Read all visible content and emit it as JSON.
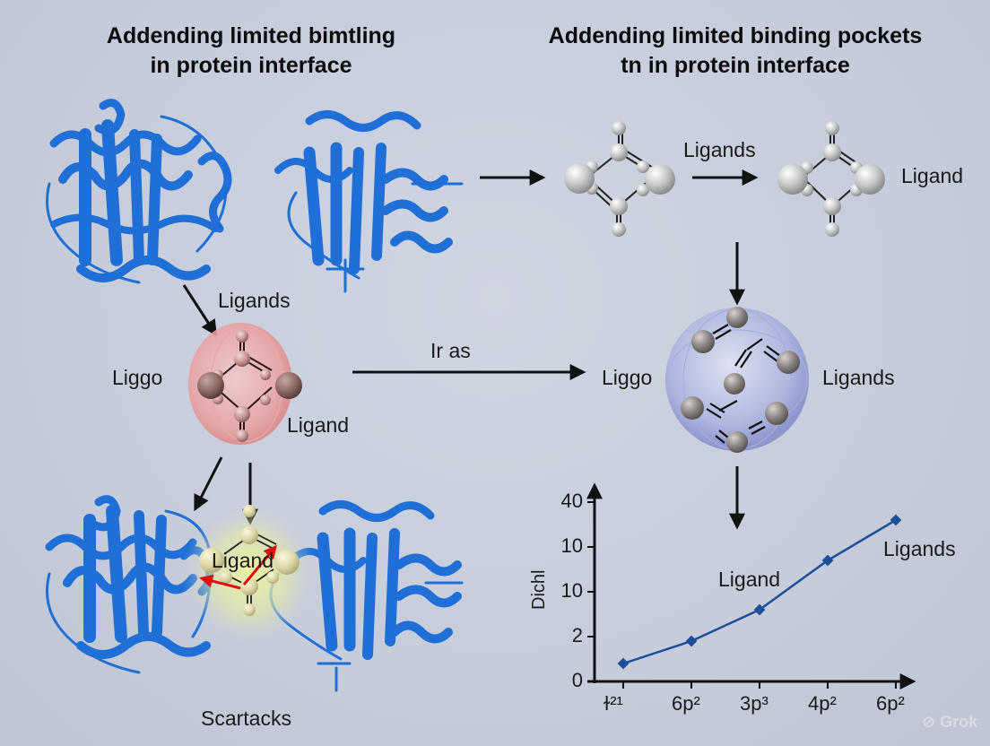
{
  "titles": {
    "left": {
      "line1": "Addending limited bimtling",
      "line2": "in protein interface"
    },
    "right": {
      "line1": "Addending limited binding pockets",
      "line2": "tn in protein interface"
    }
  },
  "labels": {
    "top_arrow": "Ligands",
    "top_right_ligand": "Ligand",
    "left_pocket_top": "Ligands",
    "left_pocket_left": "Liggo",
    "left_pocket_right": "Ligand",
    "middle_arrow": "Ir as",
    "right_pocket_left": "Liggo",
    "right_pocket_right": "Ligands",
    "complex_ligand": "Ligand",
    "bottom_caption": "Scartacks"
  },
  "colors": {
    "protein": "#1f6fd6",
    "pink_sphere": "#e89a9a",
    "blue_sphere": "#9aa3d8",
    "yellow_glow": "#e8eea0",
    "chart_line": "#1b4f9a",
    "arrow": "#111111"
  },
  "chart_data": {
    "type": "line",
    "title": "",
    "xlabel": "",
    "ylabel": "Dichl",
    "categories": [
      "ɫ²¹",
      "6p²",
      "3p³",
      "4p²",
      "6p²"
    ],
    "y_tick_labels": [
      "0",
      "2",
      "10",
      "10",
      "40"
    ],
    "values": [
      0.4,
      0.9,
      1.6,
      2.7,
      3.6
    ],
    "value_scale_note": "values expressed in tick-index units (0..4) since tick labels are non-monotonic",
    "annotations": [
      {
        "text": "Ligand",
        "near_index": 2
      },
      {
        "text": "Ligands",
        "near_index": 4
      }
    ],
    "ylim": [
      0,
      4
    ],
    "grid": false,
    "legend": "none",
    "marker": "diamond"
  },
  "watermark": "Grok"
}
